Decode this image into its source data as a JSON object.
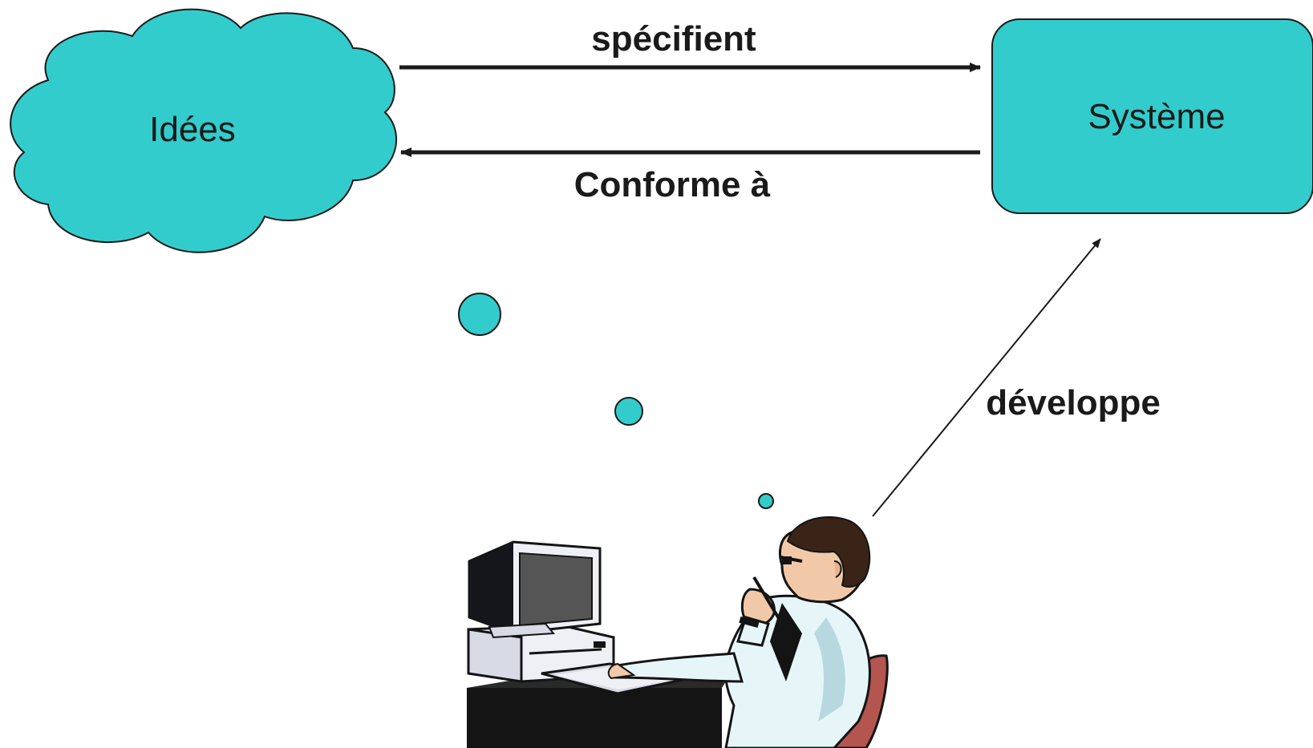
{
  "nodes": {
    "ideas": {
      "label": "Idées"
    },
    "system": {
      "label": "Système"
    }
  },
  "edges": {
    "specify": {
      "label": "spécifient"
    },
    "conforms": {
      "label": "Conforme à"
    },
    "develops": {
      "label": "développe"
    }
  },
  "colors": {
    "node_fill": "#33CCCC",
    "stroke": "#1a1a1a",
    "text": "#1a1a1a",
    "chair": "#B4554F",
    "hair": "#3A2418",
    "skin": "#F2C9A8",
    "shirt": "#E6F6F8",
    "monitor": "#EEF0F6",
    "screen": "#555555",
    "desk": "#141414"
  },
  "icons": [
    "cloud-shape",
    "rounded-rectangle",
    "thought-bubble",
    "developer-at-computer-illustration"
  ]
}
